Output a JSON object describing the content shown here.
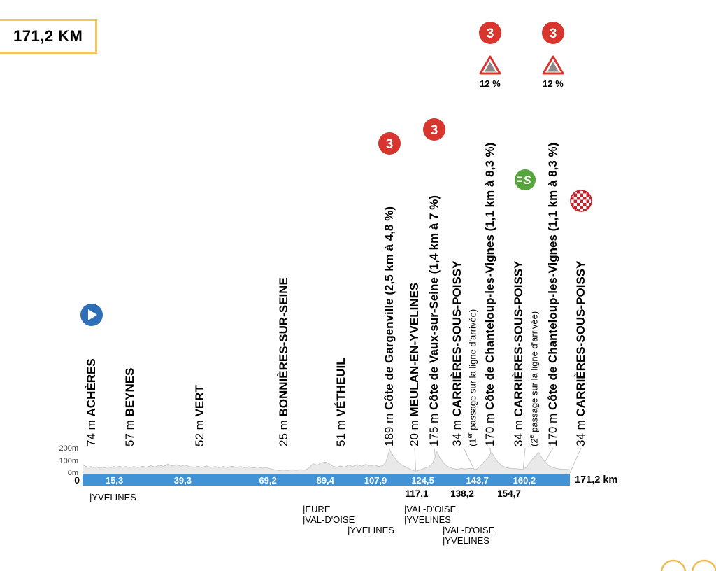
{
  "header": {
    "total_distance": "171,2 KM"
  },
  "axis": {
    "elevation_labels": [
      "200m",
      "100m",
      "0m"
    ],
    "start_km": "0",
    "end_km": "171,2 km"
  },
  "chart_data": {
    "type": "area",
    "title": "",
    "xlabel": "km",
    "ylabel": "m",
    "km_total": 171.2,
    "xlim": [
      0,
      171.2
    ],
    "ylim": [
      0,
      200
    ],
    "grid": false,
    "points": [
      [
        0,
        74
      ],
      [
        1,
        60
      ],
      [
        2,
        52
      ],
      [
        3,
        58
      ],
      [
        4,
        48
      ],
      [
        5,
        55
      ],
      [
        6,
        44
      ],
      [
        7,
        52
      ],
      [
        8,
        47
      ],
      [
        9,
        56
      ],
      [
        10,
        48
      ],
      [
        11,
        58
      ],
      [
        12,
        50
      ],
      [
        13,
        60
      ],
      [
        14,
        52
      ],
      [
        15.3,
        57
      ],
      [
        16.5,
        47
      ],
      [
        18,
        57
      ],
      [
        19.5,
        49
      ],
      [
        21,
        60
      ],
      [
        22.5,
        52
      ],
      [
        24,
        64
      ],
      [
        25.5,
        54
      ],
      [
        27,
        68
      ],
      [
        28.5,
        58
      ],
      [
        30,
        76
      ],
      [
        31.5,
        62
      ],
      [
        33,
        72
      ],
      [
        34.5,
        60
      ],
      [
        36,
        70
      ],
      [
        37.5,
        57
      ],
      [
        39.3,
        52
      ],
      [
        40.5,
        60
      ],
      [
        42,
        50
      ],
      [
        43.5,
        62
      ],
      [
        45,
        50
      ],
      [
        46.5,
        58
      ],
      [
        48,
        48
      ],
      [
        49.5,
        58
      ],
      [
        51,
        50
      ],
      [
        52.5,
        60
      ],
      [
        54,
        50
      ],
      [
        55.5,
        58
      ],
      [
        57,
        48
      ],
      [
        58.5,
        56
      ],
      [
        60,
        46
      ],
      [
        61.5,
        54
      ],
      [
        63,
        44
      ],
      [
        64.5,
        50
      ],
      [
        66,
        40
      ],
      [
        67.5,
        32
      ],
      [
        69.2,
        25
      ],
      [
        70.5,
        30
      ],
      [
        72,
        25
      ],
      [
        73.5,
        32
      ],
      [
        75,
        27
      ],
      [
        76.5,
        33
      ],
      [
        78,
        29
      ],
      [
        79.5,
        45
      ],
      [
        81,
        80
      ],
      [
        82.5,
        68
      ],
      [
        84,
        88
      ],
      [
        85.5,
        92
      ],
      [
        87,
        74
      ],
      [
        88,
        60
      ],
      [
        89.4,
        51
      ],
      [
        90.5,
        62
      ],
      [
        92,
        53
      ],
      [
        93.5,
        68
      ],
      [
        95,
        57
      ],
      [
        96.5,
        72
      ],
      [
        98,
        60
      ],
      [
        99.5,
        74
      ],
      [
        101,
        62
      ],
      [
        102.5,
        70
      ],
      [
        104,
        58
      ],
      [
        105.5,
        64
      ],
      [
        106.5,
        90
      ],
      [
        107.9,
        189
      ],
      [
        109,
        148
      ],
      [
        110.5,
        100
      ],
      [
        112,
        72
      ],
      [
        113.5,
        55
      ],
      [
        115,
        38
      ],
      [
        116,
        28
      ],
      [
        117.1,
        20
      ],
      [
        118.5,
        30
      ],
      [
        120,
        42
      ],
      [
        121.5,
        55
      ],
      [
        123,
        85
      ],
      [
        123.8,
        130
      ],
      [
        124.5,
        175
      ],
      [
        125.5,
        128
      ],
      [
        127,
        82
      ],
      [
        128.5,
        55
      ],
      [
        130,
        42
      ],
      [
        131.5,
        36
      ],
      [
        133,
        42
      ],
      [
        134.5,
        38
      ],
      [
        136,
        44
      ],
      [
        137.2,
        40
      ],
      [
        138.2,
        34
      ],
      [
        139.5,
        55
      ],
      [
        141,
        95
      ],
      [
        142.5,
        130
      ],
      [
        143.7,
        170
      ],
      [
        144.8,
        128
      ],
      [
        146,
        90
      ],
      [
        147.5,
        62
      ],
      [
        149,
        48
      ],
      [
        150.5,
        42
      ],
      [
        152,
        40
      ],
      [
        153.5,
        37
      ],
      [
        154.7,
        34
      ],
      [
        156,
        55
      ],
      [
        157.5,
        100
      ],
      [
        159,
        140
      ],
      [
        160.2,
        170
      ],
      [
        161.3,
        130
      ],
      [
        162.5,
        92
      ],
      [
        164,
        62
      ],
      [
        165.5,
        48
      ],
      [
        167,
        40
      ],
      [
        168.5,
        36
      ],
      [
        170,
        35
      ],
      [
        171.2,
        34
      ]
    ]
  },
  "waypoints": [
    {
      "km": 0,
      "elevation": "74 m",
      "name": "ACHÈRES",
      "icon": "start"
    },
    {
      "km": 15.3,
      "elevation": "57 m",
      "name": "BEYNES"
    },
    {
      "km": 39.3,
      "elevation": "52 m",
      "name": "VERT"
    },
    {
      "km": 69.2,
      "elevation": "25 m",
      "name": "BONNIÈRES-SUR-SEINE"
    },
    {
      "km": 89.4,
      "elevation": "51 m",
      "name": "VÉTHEUIL"
    },
    {
      "km": 107.9,
      "elevation": "189 m",
      "name": "Côte de Gargenville (2,5 km à 4,8 %)",
      "icon": "cat3"
    },
    {
      "km": 117.1,
      "elevation": "20 m",
      "name": "MEULAN-EN-YVELINES"
    },
    {
      "km": 124.5,
      "elevation": "175 m",
      "name": "Côte de Vaux-sur-Seine (1,4 km à 7 %)",
      "icon": "cat3"
    },
    {
      "km": 138.2,
      "elevation": "34 m",
      "name": "CARRIÈRES-SOUS-POISSY",
      "note_pre": "(1",
      "note_sup": "er",
      "note_post": " passage sur la ligne d'arrivée)"
    },
    {
      "km": 143.7,
      "elevation": "170 m",
      "name": "Côte de Chanteloup-les-Vignes (1,1 km à 8,3 %)",
      "icon": "cat3",
      "warning": "12 %"
    },
    {
      "km": 154.7,
      "elevation": "34 m",
      "name": "CARRIÈRES-SOUS-POISSY",
      "note_pre": "(2",
      "note_sup": "e",
      "note_post": " passage sur la ligne d'arrivée)",
      "icon": "sprint"
    },
    {
      "km": 160.2,
      "elevation": "170 m",
      "name": "Côte de Chanteloup-les-Vignes (1,1 km à 8,3 %)",
      "icon": "cat3",
      "warning": "12 %"
    },
    {
      "km": 171.2,
      "elevation": "34 m",
      "name": "CARRIÈRES-SOUS-POISSY",
      "icon": "finish"
    }
  ],
  "distance_bar": {
    "ticks": [
      {
        "km": 15.3,
        "label": "15,3"
      },
      {
        "km": 39.3,
        "label": "39,3"
      },
      {
        "km": 69.2,
        "label": "69,2"
      },
      {
        "km": 89.4,
        "label": "89,4"
      },
      {
        "km": 107.9,
        "label": "107,9"
      },
      {
        "km": 124.5,
        "label": "124,5"
      },
      {
        "km": 143.7,
        "label": "143,7"
      },
      {
        "km": 160.2,
        "label": "160,2"
      }
    ],
    "below_ticks": [
      {
        "km": 117.1,
        "label": "117,1"
      },
      {
        "km": 138.2,
        "label": "138,2"
      },
      {
        "km": 154.7,
        "label": "154,7"
      }
    ]
  },
  "departments": [
    "|YVELINES",
    "|EURE",
    "|VAL-D'OISE",
    "|YVELINES",
    "|VAL-D'OISE",
    "|YVELINES",
    "|VAL-D'OISE",
    "|YVELINES"
  ],
  "icons": {
    "cat3_label": "3",
    "sprint_label": "S",
    "start": "play-triangle",
    "finish": "checkered-circle"
  },
  "colors": {
    "bar_blue": "#4293D5",
    "start_blue": "#2E6FB7",
    "cat3_red": "#D7352D",
    "finish_red": "#C8232C",
    "sprint_green": "#56A43C",
    "warning_gray": "#8A8A8A",
    "km_box_border": "#F3C55D",
    "profile_fill": "#E9E9E9",
    "profile_stroke": "#C9C9C9",
    "nav_circle_orange": "#EFB953"
  }
}
